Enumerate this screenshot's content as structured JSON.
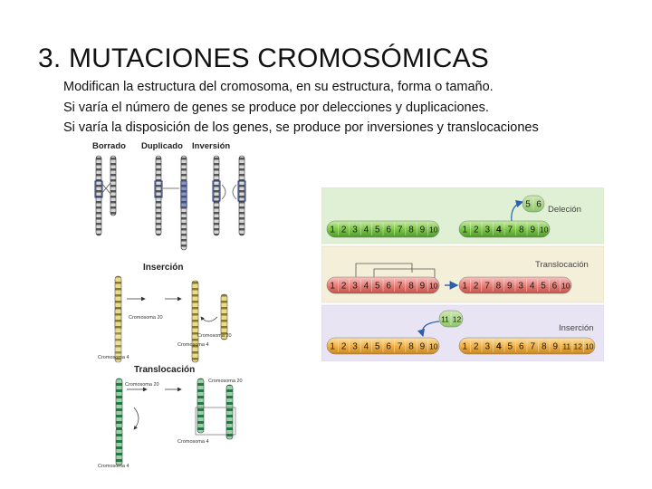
{
  "slide": {
    "title": "3. MUTACIONES CROMOSÓMICAS",
    "lines": [
      "Modifican la estructura del cromosoma, en su estructura, forma o tamaño.",
      "Si varía el número de genes se produce por delecciones y duplicaciones.",
      "Si varía la disposición de los genes, se produce por inversiones y translocaciones"
    ]
  },
  "left_figure": {
    "top_labels": [
      "Borrado",
      "Duplicado",
      "Inversión"
    ],
    "insertion": {
      "title": "Inserción",
      "chrom20": "Cromosoma 20",
      "chrom20_after": "Cromosoma 20",
      "chrom4_after": "Cromosoma 4",
      "chrom4": "Cromosoma 4"
    },
    "translocation": {
      "title": "Translocación",
      "chrom20_left": "Cromosoma 20",
      "chrom20_right": "Cromosoma 20",
      "chrom4_right": "Cromosoma 4",
      "chrom4_left": "Cromosoma 4"
    }
  },
  "right_figure": {
    "deletion": {
      "label": "Deleción",
      "original": [
        "1",
        "2",
        "3",
        "4",
        "5",
        "6",
        "7",
        "8",
        "9",
        "10"
      ],
      "result": [
        "1",
        "2",
        "3",
        "4",
        "7",
        "8",
        "9",
        "10"
      ],
      "removed": [
        "5",
        "6"
      ]
    },
    "translocation": {
      "label": "Translocación",
      "original": [
        "1",
        "2",
        "3",
        "4",
        "5",
        "6",
        "7",
        "8",
        "9",
        "10"
      ],
      "result": [
        "1",
        "2",
        "7",
        "8",
        "9",
        "3",
        "4",
        "5",
        "6",
        "10"
      ]
    },
    "insertion": {
      "label": "Inserción",
      "original": [
        "1",
        "2",
        "3",
        "4",
        "5",
        "6",
        "7",
        "8",
        "9",
        "10"
      ],
      "result": [
        "1",
        "2",
        "3",
        "4",
        "5",
        "6",
        "7",
        "8",
        "9",
        "11",
        "12",
        "10"
      ],
      "inserted": [
        "11",
        "12"
      ]
    }
  },
  "colors": {
    "green_bar": "#7fc64a",
    "red_bar": "#e8807a",
    "orange_bar": "#f0b24a",
    "panel_green": "#dff0d4",
    "panel_tan": "#f3efd8",
    "panel_lilac": "#e8e4f4",
    "arrow_blue": "#2a5fb0"
  }
}
